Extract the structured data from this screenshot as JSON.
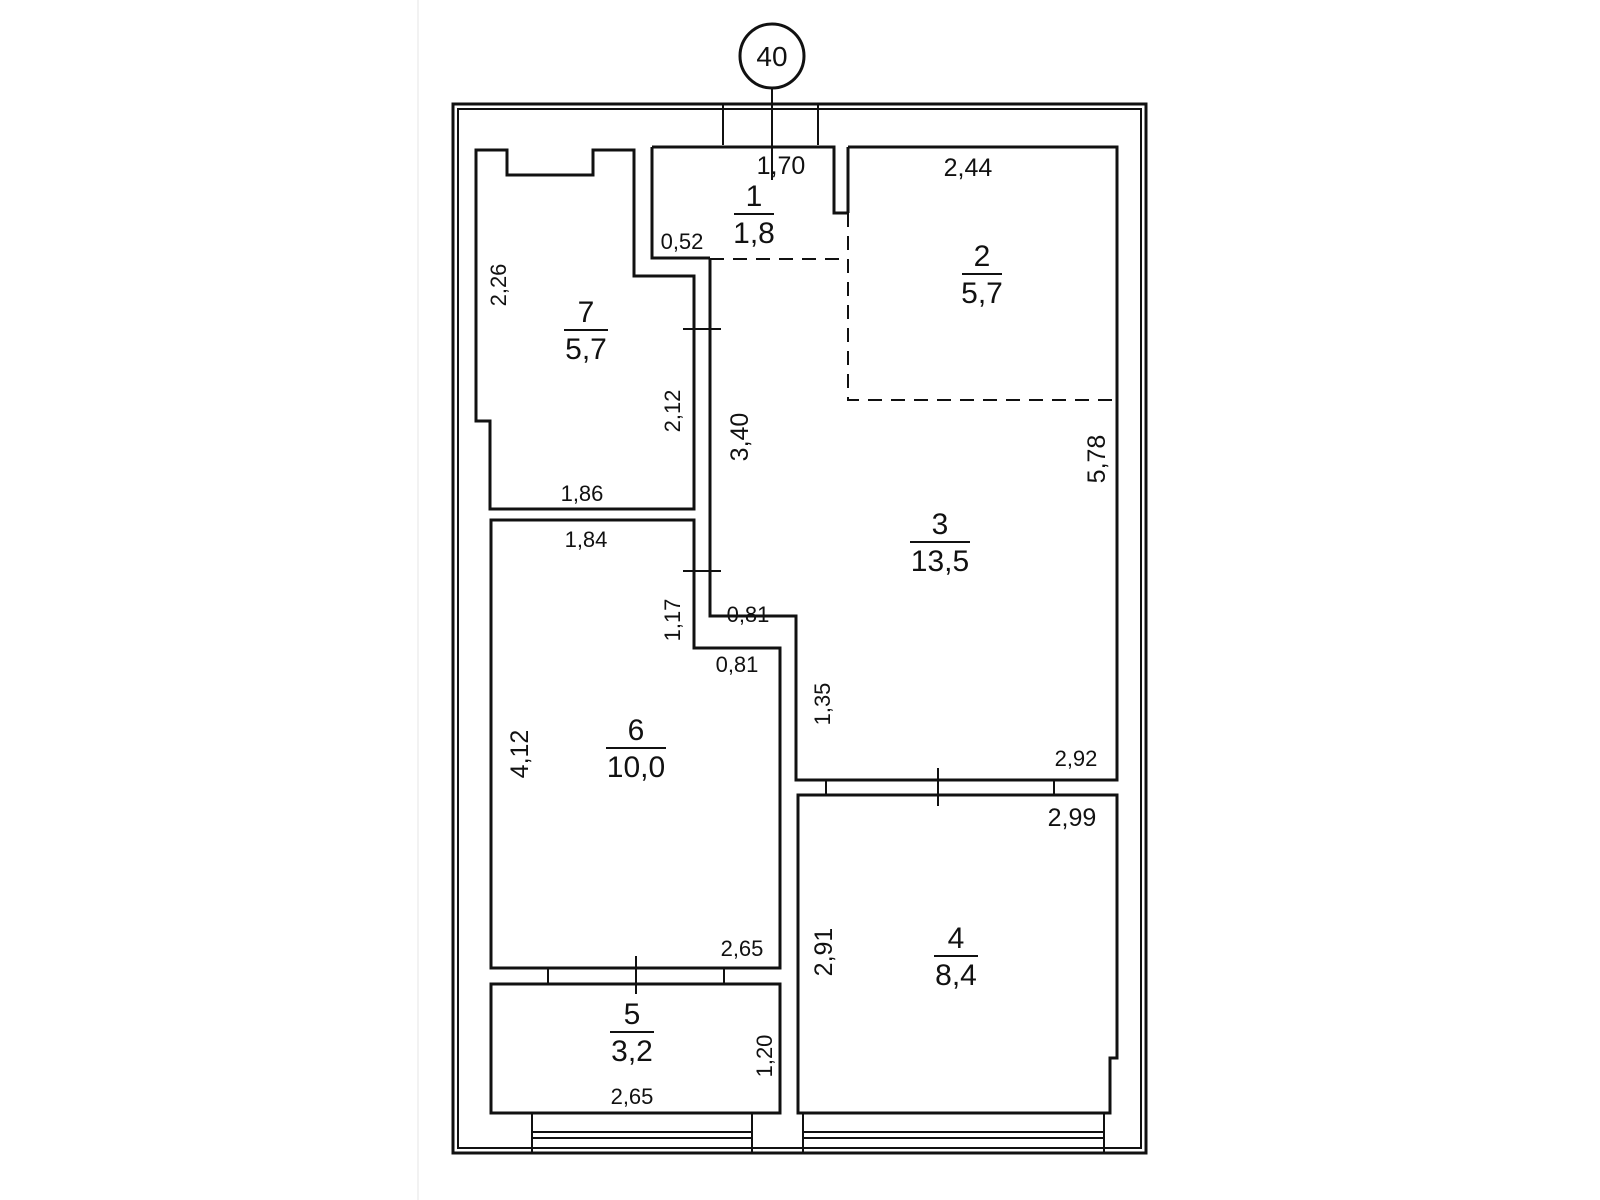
{
  "plan_badge": "40",
  "rooms": [
    {
      "number": "1",
      "area": "1,8"
    },
    {
      "number": "2",
      "area": "5,7"
    },
    {
      "number": "3",
      "area": "13,5"
    },
    {
      "number": "4",
      "area": "8,4"
    },
    {
      "number": "5",
      "area": "3,2"
    },
    {
      "number": "6",
      "area": "10,0"
    },
    {
      "number": "7",
      "area": "5,7"
    }
  ],
  "dimensions": {
    "r1_width": "1,70",
    "r1_side": "0,52",
    "r2_width": "2,44",
    "r3_height": "5,78",
    "r3_corridor": "3,40",
    "r3_step": "0,81",
    "r3_lower": "1,35",
    "r3_bottom": "2,92",
    "r4_top": "2,99",
    "r4_height": "2,91",
    "r5_height": "1,20",
    "r5_width": "2,65",
    "r6_top": "1,84",
    "r6_side": "1,17",
    "r6_step": "0,81",
    "r6_height": "4,12",
    "r6_bottom": "2,65",
    "r7_height": "2,26",
    "r7_side": "2,12",
    "r7_width": "1,86"
  }
}
